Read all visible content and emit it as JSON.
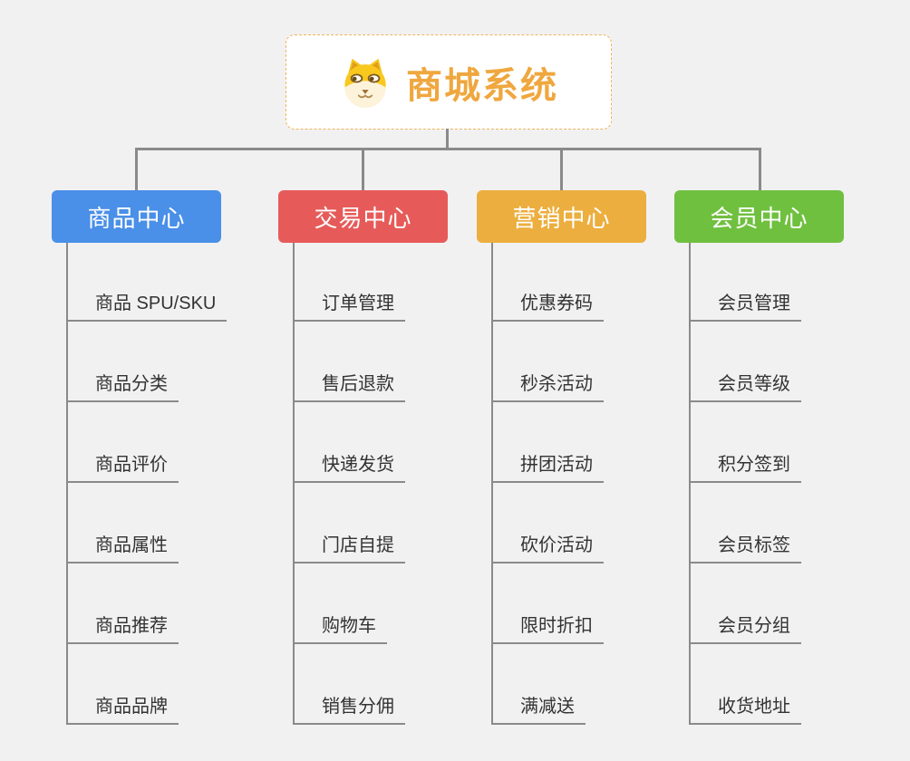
{
  "root": {
    "title": "商城系统",
    "icon": "dog-face-icon",
    "accent_color": "#efa73e",
    "border_color": "#f0b35a"
  },
  "connector_color": "#8a8a8a",
  "branches": [
    {
      "label": "商品中心",
      "color": "#4a8fe8",
      "children": [
        "商品 SPU/SKU",
        "商品分类",
        "商品评价",
        "商品属性",
        "商品推荐",
        "商品品牌"
      ]
    },
    {
      "label": "交易中心",
      "color": "#e65b59",
      "children": [
        "订单管理",
        "售后退款",
        "快递发货",
        "门店自提",
        "购物车",
        "销售分佣"
      ]
    },
    {
      "label": "营销中心",
      "color": "#ecae3e",
      "children": [
        "优惠券码",
        "秒杀活动",
        "拼团活动",
        "砍价活动",
        "限时折扣",
        "满减送"
      ]
    },
    {
      "label": "会员中心",
      "color": "#70c040",
      "children": [
        "会员管理",
        "会员等级",
        "积分签到",
        "会员标签",
        "会员分组",
        "收货地址"
      ]
    }
  ]
}
